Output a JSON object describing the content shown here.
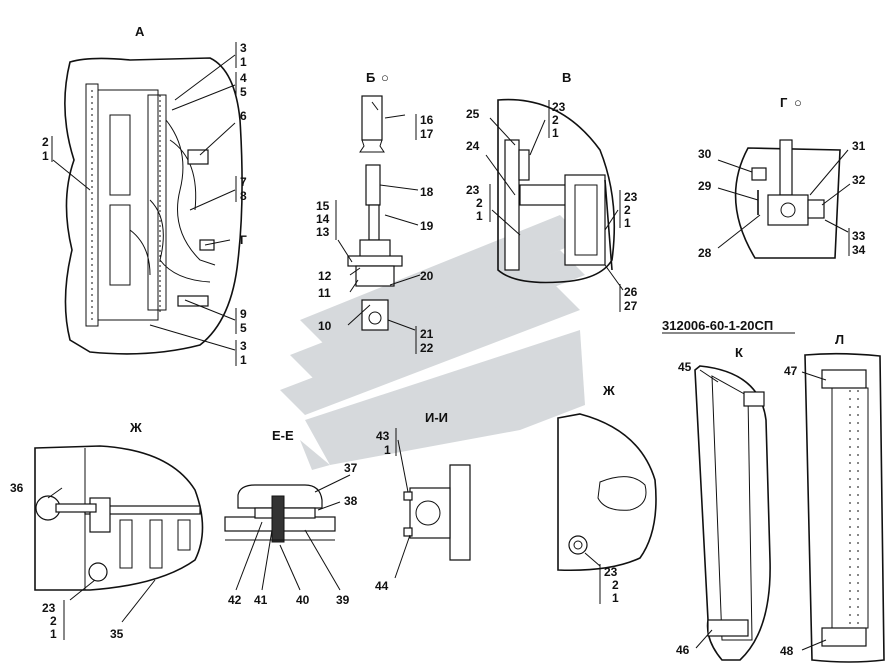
{
  "drawing_number": "312006-60-1-20СП",
  "views": {
    "A": {
      "title": "А"
    },
    "B": {
      "title": "Б",
      "symbol": "○"
    },
    "V": {
      "title": "В"
    },
    "G": {
      "title": "Г",
      "symbol": "○"
    },
    "G_ref": "Г",
    "ZH1": {
      "title": "Ж"
    },
    "EE": {
      "title": "Е-Е"
    },
    "II": {
      "title": "И-И"
    },
    "ZH2": {
      "title": "Ж"
    },
    "K": {
      "title": "К"
    },
    "L": {
      "title": "Л"
    }
  },
  "callouts": {
    "a_3_1_top": [
      "3",
      "1"
    ],
    "a_4_5": [
      "4",
      "5"
    ],
    "a_6": "6",
    "a_2_1": [
      "2",
      "1"
    ],
    "a_7_8": [
      "7",
      "8"
    ],
    "a_9_5": [
      "9",
      "5"
    ],
    "a_3_1_bot": [
      "3",
      "1"
    ],
    "b_16_17": [
      "16",
      "17"
    ],
    "b_18": "18",
    "b_19": "19",
    "b_15_14_13": [
      "15",
      "14",
      "13"
    ],
    "b_12": "12",
    "b_11": "11",
    "b_20": "20",
    "b_10": "10",
    "b_21_22": [
      "21",
      "22"
    ],
    "v_25": "25",
    "v_23_2_1_top": [
      "23",
      "2",
      "1"
    ],
    "v_24": "24",
    "v_23_2_1_left": [
      "23",
      "2",
      "1"
    ],
    "v_23_2_1_right": [
      "23",
      "2",
      "1"
    ],
    "v_26_27": [
      "26",
      "27"
    ],
    "g_30": "30",
    "g_31": "31",
    "g_29": "29",
    "g_32": "32",
    "g_28": "28",
    "g_33_34": [
      "33",
      "34"
    ],
    "zh_36": "36",
    "zh_23_2_1": [
      "23",
      "2",
      "1"
    ],
    "zh_35": "35",
    "ee_37": "37",
    "ee_38": "38",
    "ee_42": "42",
    "ee_41": "41",
    "ee_40": "40",
    "ee_39": "39",
    "ii_43_1": [
      "43",
      "1"
    ],
    "ii_44": "44",
    "zh2_23_2_1": [
      "23",
      "2",
      "1"
    ],
    "k_45": "45",
    "k_46": "46",
    "l_47": "47",
    "l_48": "48"
  },
  "colors": {
    "line": "#111111",
    "watermark": "#cfd3d6"
  }
}
